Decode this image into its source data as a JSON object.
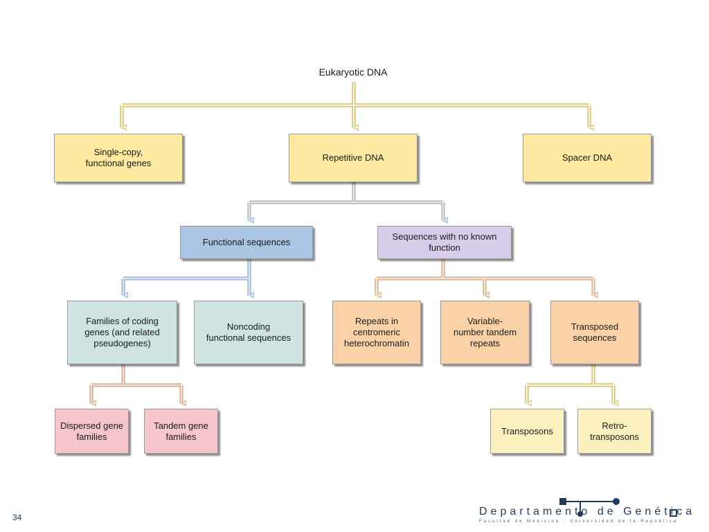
{
  "root": {
    "label": "Eukaryotic DNA"
  },
  "nodes": {
    "single_copy": "Single-copy,\nfunctional genes",
    "repetitive": "Repetitive DNA",
    "spacer": "Spacer DNA",
    "functional_sequences": "Functional sequences",
    "no_known_function": "Sequences with no known\nfunction",
    "families_coding": "Families of coding\ngenes (and related\npseudogenes)",
    "noncoding_functional": "Noncoding\nfunctional sequences",
    "centromeric_repeats": "Repeats in\ncentromeric\nheterochromatin",
    "vntr": "Variable-\nnumber tandem\nrepeats",
    "transposed_sequences": "Transposed\nsequences",
    "dispersed_families": "Dispersed gene\nfamilies",
    "tandem_families": "Tandem gene\nfamilies",
    "transposons": "Transposons",
    "retrotransposons": "Retro-\ntransposons"
  },
  "colors": {
    "yellow": "#fdeaa0",
    "blue": "#a9c5e3",
    "lilac": "#d7cdea",
    "teal": "#cfe3e1",
    "peach": "#fbd2a8",
    "pink": "#f6c6cc",
    "light_yellow": "#fdf1c0",
    "brand_navy": "#1f3b5e"
  },
  "footer": {
    "page_number": "34",
    "logo_title": "Departamento de Genética",
    "logo_subtitle": "Facultad de Medicina · Universidad de la República"
  }
}
